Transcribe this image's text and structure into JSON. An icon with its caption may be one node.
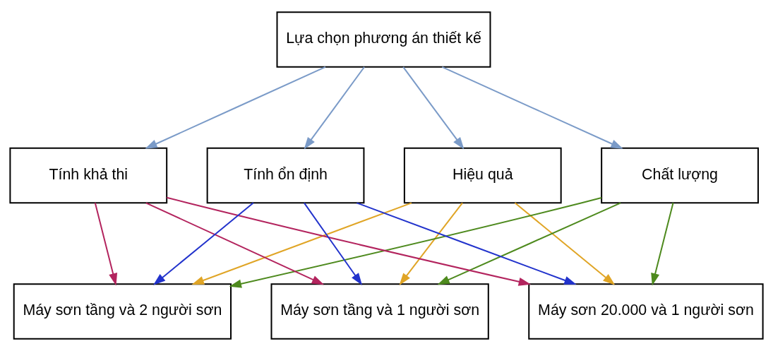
{
  "diagram": {
    "nodes": [
      {
        "text": [
          "Lựa chọn phương án thiết kế"
        ]
      },
      {
        "text": [
          "Hiệu quả"
        ]
      },
      {
        "text": [
          "Chất lượng"
        ]
      },
      {
        "text": [
          "Tính khả thi"
        ]
      },
      {
        "text": [
          "Tính ổn định"
        ]
      },
      {
        "text": [
          "Máy sơn tầng và 2 người sơn"
        ]
      },
      {
        "text": [
          "Máy sơn tầng và 1 người sơn"
        ]
      },
      {
        "text": [
          "Máy sơn 20.000 và 1 người sơn"
        ]
      }
    ],
    "edges": [
      {
        "from": 0,
        "to": 1,
        "arrow": "to",
        "color": "#7b9bc8"
      },
      {
        "from": 0,
        "to": 2,
        "arrow": "to",
        "color": "#7b9bc8"
      },
      {
        "from": 0,
        "to": 3,
        "arrow": "to",
        "color": "#7b9bc8"
      },
      {
        "from": 0,
        "to": 4,
        "arrow": "to",
        "color": "#7b9bc8"
      },
      {
        "from": 1,
        "to": 5,
        "arrow": "to",
        "color": "#e0a526"
      },
      {
        "from": 1,
        "to": 6,
        "arrow": "to",
        "color": "#e0a526"
      },
      {
        "from": 1,
        "to": 7,
        "arrow": "to",
        "color": "#e0a526"
      },
      {
        "from": 2,
        "to": 5,
        "arrow": "to",
        "color": "#4e8a1e"
      },
      {
        "from": 2,
        "to": 6,
        "arrow": "to",
        "color": "#4e8a1e"
      },
      {
        "from": 2,
        "to": 7,
        "arrow": "to",
        "color": "#4e8a1e"
      },
      {
        "from": 3,
        "to": 5,
        "arrow": "to",
        "color": "#b3245e"
      },
      {
        "from": 3,
        "to": 6,
        "arrow": "to",
        "color": "#b3245e"
      },
      {
        "from": 3,
        "to": 7,
        "arrow": "to",
        "color": "#b3245e"
      },
      {
        "from": 4,
        "to": 5,
        "arrow": "to",
        "color": "#2233cc"
      },
      {
        "from": 4,
        "to": 6,
        "arrow": "to",
        "color": "#2233cc"
      },
      {
        "from": 4,
        "to": 7,
        "arrow": "to",
        "color": "#2233cc"
      }
    ]
  }
}
